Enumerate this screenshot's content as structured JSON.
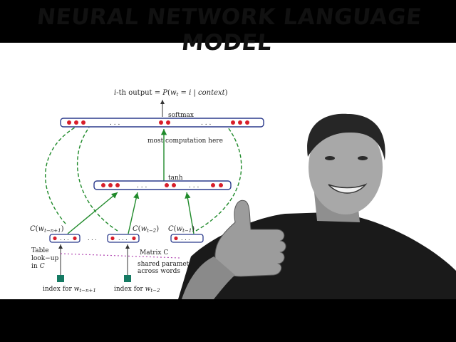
{
  "title": "NEURAL NETWORK LANGUAGE MODEL",
  "diagram": {
    "output_label": "i-th output = P(w_t = i | context)",
    "output_parts": {
      "prefix": "i",
      "rest1": "-th output = ",
      "P": "P",
      "paren_open": "(",
      "w": "w",
      "t": "t",
      "eq": " = ",
      "i": "i",
      "bar": " | ",
      "context": "context",
      "paren_close": ")"
    },
    "softmax": "softmax",
    "computation": "most computation here",
    "tanh": "tanh",
    "ellipsis": ". . .",
    "c_labels": [
      {
        "c": "C",
        "w": "w",
        "sub": "t−n+1"
      },
      {
        "c": "C",
        "w": "w",
        "sub": "t−2"
      },
      {
        "c": "C",
        "w": "w",
        "sub": "t−1"
      }
    ],
    "table_lookup": [
      "Table",
      "look−up",
      "in"
    ],
    "table_lookup_c": "C",
    "matrix_c": "Matrix C",
    "shared_params": [
      "shared parameters",
      "across words"
    ],
    "index_labels": [
      {
        "text": "index for ",
        "w": "w",
        "sub": "t−n+1"
      },
      {
        "text": "index for ",
        "w": "w",
        "sub": "t−2"
      }
    ]
  },
  "colors": {
    "node": "#d81e2a",
    "box_border": "#2b3a8c",
    "arrow": "#1f8a2a",
    "lookup": "#b34ab3",
    "index_node": "#157a63"
  }
}
